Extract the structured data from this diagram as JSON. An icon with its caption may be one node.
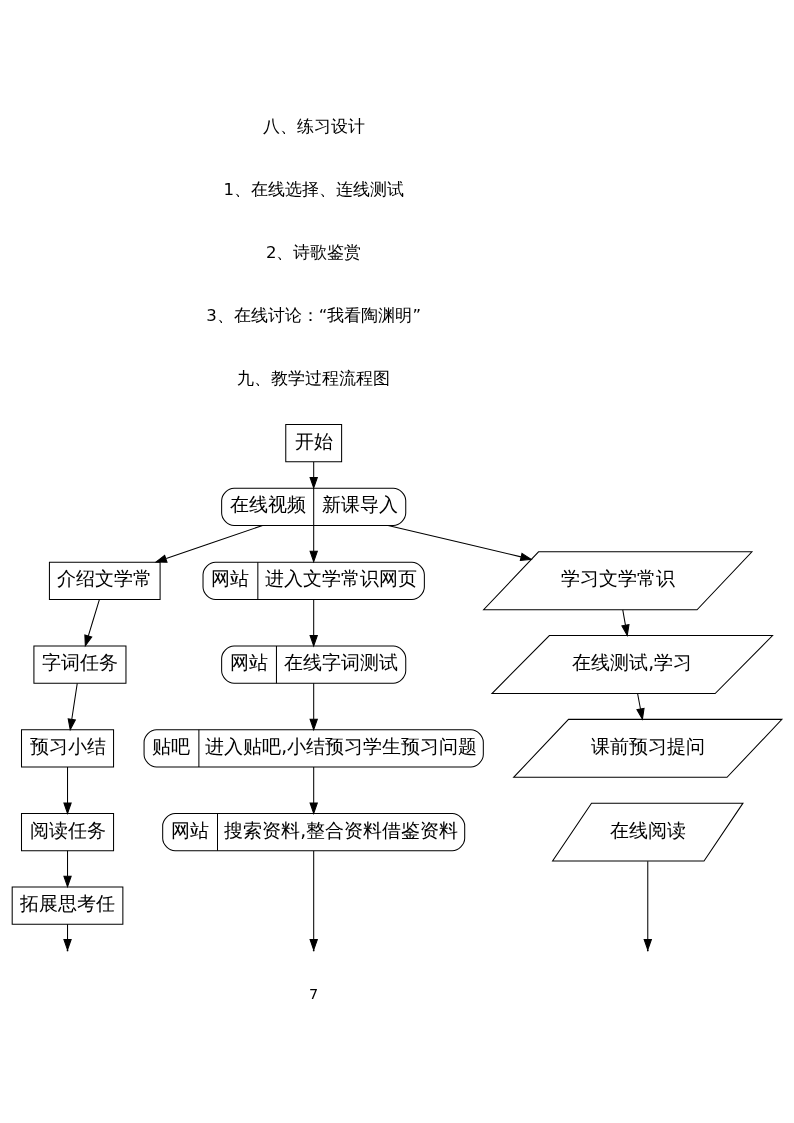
{
  "diagram": {
    "nodes": [
      {
        "text": [
          "开始"
        ]
      },
      {
        "text": [
          "在线视频",
          "新课导入"
        ]
      },
      {
        "text": [
          "介绍文学常"
        ]
      },
      {
        "text": [
          "字词任务"
        ]
      },
      {
        "text": [
          "预习小结"
        ]
      },
      {
        "text": [
          "阅读任务"
        ]
      },
      {
        "text": [
          "拓展思考任"
        ]
      },
      {
        "text": [
          "网站",
          "进入文学常识网页"
        ]
      },
      {
        "text": [
          "网站",
          "在线字词测试"
        ]
      },
      {
        "text": [
          "贴吧",
          "进入贴吧,小结预习学生预习问题"
        ]
      },
      {
        "text": [
          "网站",
          "搜索资料,整合资料借鉴资料"
        ]
      },
      {
        "text": [
          "学习文学常识"
        ]
      },
      {
        "text": [
          "在线测试,学习"
        ]
      },
      {
        "text": [
          "课前预习提问"
        ]
      },
      {
        "text": [
          "在线阅读"
        ]
      }
    ],
    "edges": [
      {
        "from": 0,
        "to": 1,
        "arrow": "to"
      },
      {
        "from": 1,
        "to": 2,
        "arrow": "to"
      },
      {
        "from": 1,
        "to": 7,
        "arrow": "to"
      },
      {
        "from": 1,
        "to": 11,
        "arrow": "to"
      },
      {
        "from": 2,
        "to": 3,
        "arrow": "to"
      },
      {
        "from": 3,
        "to": 4,
        "arrow": "to"
      },
      {
        "from": 4,
        "to": 5,
        "arrow": "to"
      },
      {
        "from": 5,
        "to": 6,
        "arrow": "to"
      },
      {
        "from": 6,
        "to": null,
        "arrow": "to"
      },
      {
        "from": 7,
        "to": 8,
        "arrow": "to"
      },
      {
        "from": 8,
        "to": 9,
        "arrow": "to"
      },
      {
        "from": 9,
        "to": 10,
        "arrow": "to"
      },
      {
        "from": 10,
        "to": null,
        "arrow": "to"
      },
      {
        "from": 11,
        "to": 12,
        "arrow": "to"
      },
      {
        "from": 12,
        "to": 13,
        "arrow": "to"
      },
      {
        "from": 14,
        "to": null,
        "arrow": "to"
      }
    ],
    "labels": [
      "八、练习设计",
      "1、在线选择、连线测试",
      "2、诗歌鉴赏",
      "3、在线讨论：“我看陶渊明”",
      "九、教学过程流程图",
      "7"
    ]
  }
}
